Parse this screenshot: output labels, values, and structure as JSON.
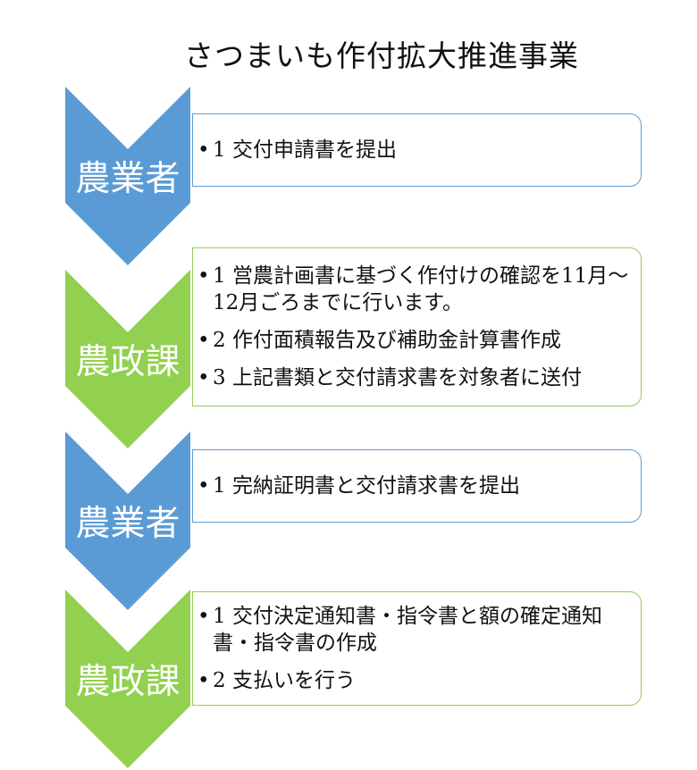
{
  "title": "さつまいも作付拡大推進事業",
  "glyphs": {
    "bullet": "•"
  },
  "colors": {
    "blue": "#5B9BD5",
    "green": "#92D050"
  },
  "sections": [
    {
      "label": "農業者",
      "color": "blue",
      "items": [
        "1 交付申請書を提出"
      ]
    },
    {
      "label": "農政課",
      "color": "green",
      "items": [
        "1 営農計画書に基づく作付けの確認を11月～\n12月ごろまでに行います。",
        "2 作付面積報告及び補助金計算書作成",
        "3 上記書類と交付請求書を対象者に送付"
      ]
    },
    {
      "label": "農業者",
      "color": "blue",
      "items": [
        "1 完納証明書と交付請求書を提出"
      ]
    },
    {
      "label": "農政課",
      "color": "green",
      "items": [
        "1 交付決定通知書・指令書と額の確定通知\n書・指令書の作成",
        "2 支払いを行う"
      ]
    }
  ]
}
